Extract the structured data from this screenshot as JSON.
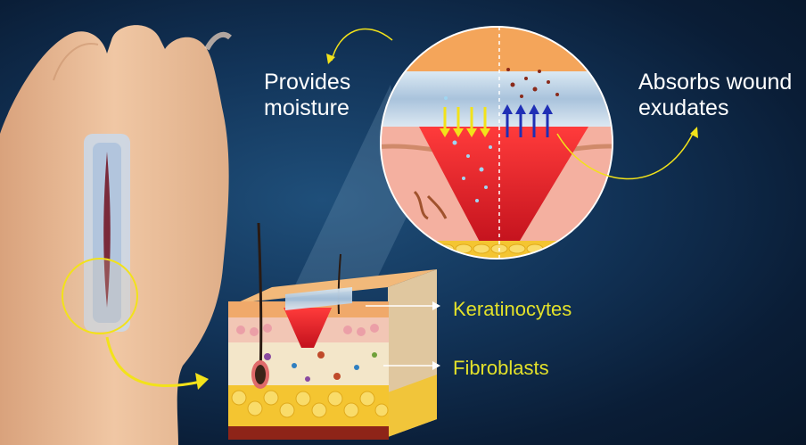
{
  "labels": {
    "provides_moisture": [
      "Provides",
      "moisture"
    ],
    "absorbs_exudates": [
      "Absorbs wound",
      "exudates"
    ],
    "keratinocytes": "Keratinocytes",
    "fibroblasts": "Fibroblasts"
  },
  "colors": {
    "background": "#0f2a4a",
    "skin": "#e8b893",
    "wound": "#e0202a",
    "dressing": "#cfe3f1",
    "accent_yellow": "#f2e21a",
    "absorb_arrow": "#1f2fb5",
    "fat": "#f4c531"
  },
  "icons": [
    "moisture-arrow-icon",
    "absorb-arrow-icon",
    "pointer-arrow-icon"
  ]
}
